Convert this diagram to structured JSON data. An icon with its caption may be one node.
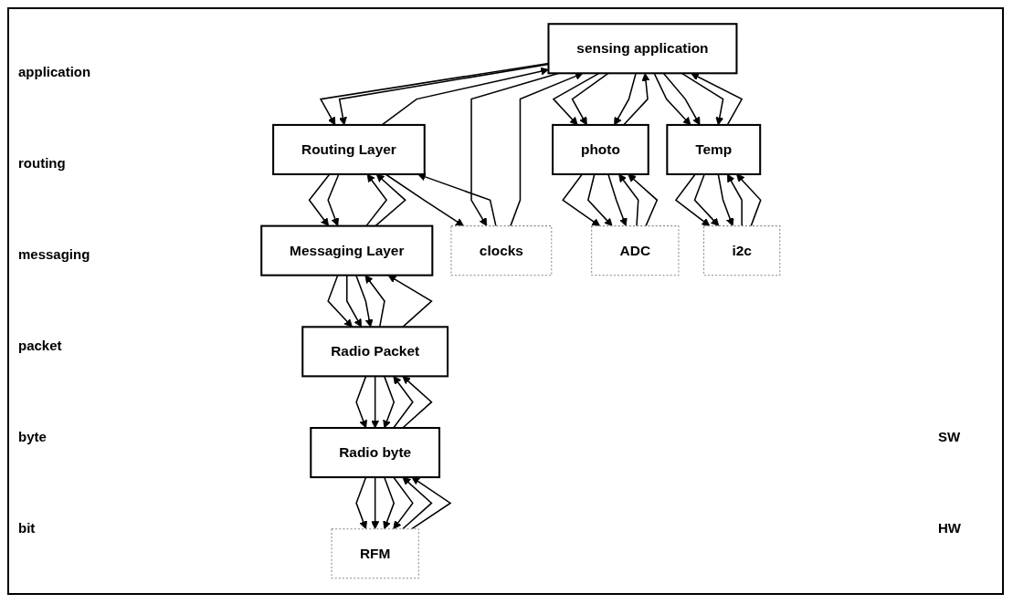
{
  "diagram": {
    "nodes": [
      {
        "text": [
          "sensing application"
        ]
      },
      {
        "text": [
          "Routing Layer"
        ]
      },
      {
        "text": [
          "Messaging Layer"
        ]
      },
      {
        "text": [
          "Radio Packet"
        ]
      },
      {
        "text": [
          "Radio byte"
        ]
      },
      {
        "text": [
          "photo"
        ]
      },
      {
        "text": [
          "Temp"
        ]
      },
      {
        "text": [
          "RFM"
        ]
      },
      {
        "text": [
          "clocks"
        ]
      },
      {
        "text": [
          "ADC"
        ]
      },
      {
        "text": [
          "i2c"
        ]
      }
    ],
    "edges": [
      {
        "from": 0,
        "to": 1,
        "arrow": "to"
      },
      {
        "from": 0,
        "to": 1,
        "arrow": "to"
      },
      {
        "from": 1,
        "to": 0,
        "arrow": "to"
      },
      {
        "from": 1,
        "to": 8,
        "arrow": "to"
      },
      {
        "from": 0,
        "to": 8,
        "arrow": "to"
      },
      {
        "from": 8,
        "to": 1,
        "arrow": "to"
      },
      {
        "from": 8,
        "to": 0,
        "arrow": "to"
      },
      {
        "from": 0,
        "to": 5,
        "arrow": "to"
      },
      {
        "from": 0,
        "to": 5,
        "arrow": "to"
      },
      {
        "from": 0,
        "to": 5,
        "arrow": "to"
      },
      {
        "from": 5,
        "to": 0,
        "arrow": "to"
      },
      {
        "from": 0,
        "to": 6,
        "arrow": "to"
      },
      {
        "from": 0,
        "to": 6,
        "arrow": "to"
      },
      {
        "from": 0,
        "to": 6,
        "arrow": "to"
      },
      {
        "from": 6,
        "to": 0,
        "arrow": "to"
      },
      {
        "from": 1,
        "to": 2,
        "arrow": "to"
      },
      {
        "from": 1,
        "to": 2,
        "arrow": "to"
      },
      {
        "from": 2,
        "to": 1,
        "arrow": "to"
      },
      {
        "from": 2,
        "to": 1,
        "arrow": "to"
      },
      {
        "from": 2,
        "to": 3,
        "arrow": "to"
      },
      {
        "from": 2,
        "to": 3,
        "arrow": "to"
      },
      {
        "from": 2,
        "to": 3,
        "arrow": "to"
      },
      {
        "from": 3,
        "to": 2,
        "arrow": "to"
      },
      {
        "from": 3,
        "to": 2,
        "arrow": "to"
      },
      {
        "from": 3,
        "to": 4,
        "arrow": "to"
      },
      {
        "from": 3,
        "to": 4,
        "arrow": "to"
      },
      {
        "from": 3,
        "to": 4,
        "arrow": "to"
      },
      {
        "from": 4,
        "to": 3,
        "arrow": "to"
      },
      {
        "from": 4,
        "to": 3,
        "arrow": "to"
      },
      {
        "from": 4,
        "to": 7,
        "arrow": "to"
      },
      {
        "from": 4,
        "to": 7,
        "arrow": "to"
      },
      {
        "from": 4,
        "to": 7,
        "arrow": "to"
      },
      {
        "from": 4,
        "to": 7,
        "arrow": "to"
      },
      {
        "from": 7,
        "to": 4,
        "arrow": "to"
      },
      {
        "from": 7,
        "to": 4,
        "arrow": "to"
      },
      {
        "from": 5,
        "to": 9,
        "arrow": "to"
      },
      {
        "from": 5,
        "to": 9,
        "arrow": "to"
      },
      {
        "from": 5,
        "to": 9,
        "arrow": "to"
      },
      {
        "from": 9,
        "to": 5,
        "arrow": "to"
      },
      {
        "from": 9,
        "to": 5,
        "arrow": "to"
      },
      {
        "from": 6,
        "to": 10,
        "arrow": "to"
      },
      {
        "from": 6,
        "to": 10,
        "arrow": "to"
      },
      {
        "from": 6,
        "to": 10,
        "arrow": "to"
      },
      {
        "from": 10,
        "to": 6,
        "arrow": "to"
      },
      {
        "from": 10,
        "to": 6,
        "arrow": "to"
      }
    ],
    "labels": [
      "application",
      "routing",
      "messaging",
      "packet",
      "byte",
      "SW",
      "bit",
      "HW"
    ]
  }
}
